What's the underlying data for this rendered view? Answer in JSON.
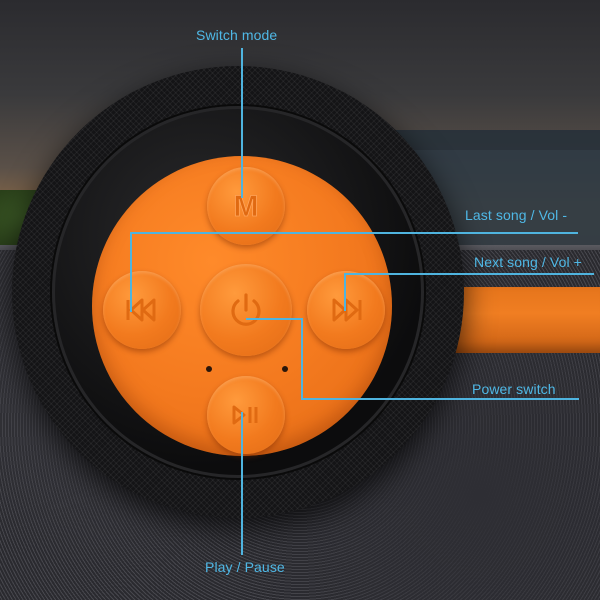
{
  "labels": {
    "switch_mode": "Switch mode",
    "last_song": "Last song / Vol -",
    "next_song": "Next song / Vol +",
    "power_switch": "Power switch",
    "play_pause": "Play / Pause"
  },
  "buttons": {
    "mode_glyph": "M"
  },
  "colors": {
    "callout": "#4fb4df",
    "speaker_orange": "#f47a1f",
    "speaker_body": "#141416"
  },
  "icons": [
    "mode-m-icon",
    "previous-track-icon",
    "power-icon",
    "next-track-icon",
    "play-pause-icon"
  ]
}
